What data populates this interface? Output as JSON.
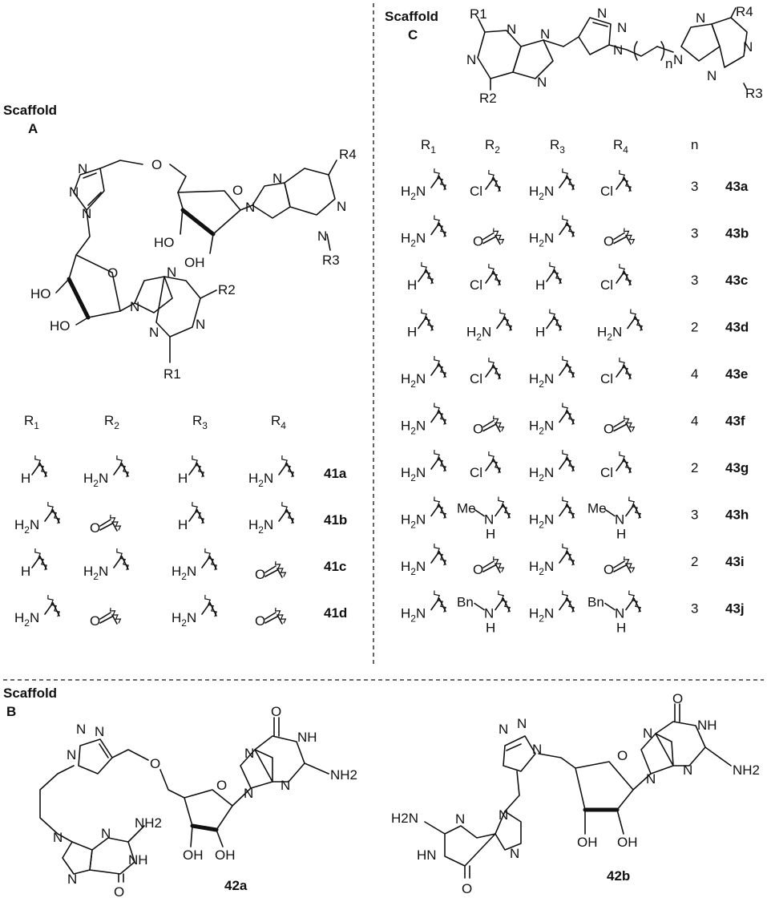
{
  "scaffold_a": {
    "title_line1": "Scaffold",
    "title_line2": "A",
    "struct_labels": {
      "n1": "N",
      "n2": "N",
      "n3": "N",
      "o_link": "O",
      "o_ring_top": "O",
      "n_pur1": "N",
      "n_pur2": "N",
      "n_pur3": "N",
      "n_pur4": "N",
      "r4": "R4",
      "r3": "R3",
      "ho1": "HO",
      "oh1": "OH",
      "ho2": "HO",
      "o_ring_bot": "O",
      "ho3": "HO",
      "n_pur5": "N",
      "n_pur6": "N",
      "n_pur7": "N",
      "n_pur8": "N",
      "r2": "R2",
      "r1": "R1"
    },
    "headers": [
      "R1",
      "R2",
      "R3",
      "R4"
    ],
    "rows": [
      {
        "r1": "H",
        "r2": "H2N",
        "r3": "H",
        "r4": "H2N",
        "id": "41a"
      },
      {
        "r1": "H2N",
        "r2": "O",
        "r3": "H",
        "r4": "H2N",
        "id": "41b"
      },
      {
        "r1": "H",
        "r2": "H2N",
        "r3": "H2N",
        "r4": "O",
        "id": "41c"
      },
      {
        "r1": "H2N",
        "r2": "O",
        "r3": "H2N",
        "r4": "O",
        "id": "41d"
      }
    ]
  },
  "scaffold_c": {
    "title_line1": "Scaffold",
    "title_line2": "C",
    "struct_labels": {
      "r1": "R1",
      "n1": "N",
      "n2": "N",
      "n3": "N",
      "n4": "N",
      "r2": "R2",
      "tn1": "N",
      "tn2": "N",
      "tn3": "N",
      "n_sub": "n",
      "n5": "N",
      "n6": "N",
      "n7": "N",
      "n8": "N",
      "r4": "R4",
      "r3": "R3"
    },
    "headers": [
      "R1",
      "R2",
      "R3",
      "R4",
      "n"
    ],
    "rows": [
      {
        "r1": "H2N",
        "r2": "Cl",
        "r3": "H2N",
        "r4": "Cl",
        "n": "3",
        "id": "43a"
      },
      {
        "r1": "H2N",
        "r2": "O",
        "r3": "H2N",
        "r4": "O",
        "n": "3",
        "id": "43b"
      },
      {
        "r1": "H",
        "r2": "Cl",
        "r3": "H",
        "r4": "Cl",
        "n": "3",
        "id": "43c"
      },
      {
        "r1": "H",
        "r2": "H2N",
        "r3": "H",
        "r4": "H2N",
        "n": "2",
        "id": "43d"
      },
      {
        "r1": "H2N",
        "r2": "Cl",
        "r3": "H2N",
        "r4": "Cl",
        "n": "4",
        "id": "43e"
      },
      {
        "r1": "H2N",
        "r2": "O",
        "r3": "H2N",
        "r4": "O",
        "n": "4",
        "id": "43f"
      },
      {
        "r1": "H2N",
        "r2": "Cl",
        "r3": "H2N",
        "r4": "Cl",
        "n": "2",
        "id": "43g"
      },
      {
        "r1": "H2N",
        "r2": "MeNH",
        "r3": "H2N",
        "r4": "MeNH",
        "n": "3",
        "id": "43h"
      },
      {
        "r1": "H2N",
        "r2": "O",
        "r3": "H2N",
        "r4": "O",
        "n": "2",
        "id": "43i"
      },
      {
        "r1": "H2N",
        "r2": "BnNH",
        "r3": "H2N",
        "r4": "BnNH",
        "n": "3",
        "id": "43j"
      }
    ]
  },
  "scaffold_b": {
    "title_line1": "Scaffold",
    "title_line2": "B",
    "compound_a": "42a",
    "compound_b": "42b",
    "labels_a": {
      "tn1": "N",
      "tn2": "N",
      "tn3": "N",
      "o_link": "O",
      "o_ring": "O",
      "n1": "N",
      "n2": "N",
      "n3": "N",
      "o_top": "O",
      "nh1": "NH",
      "nh2_1": "NH2",
      "oh1": "OH",
      "oh2": "OH",
      "n4": "N",
      "n5": "N",
      "n6": "N",
      "nh2_2": "NH2",
      "nh3": "NH",
      "o_bot": "O"
    },
    "labels_b": {
      "tn1": "N",
      "tn2": "N",
      "tn3": "N",
      "o_ring": "O",
      "n1": "N",
      "n2": "N",
      "n3": "N",
      "o_top": "O",
      "nh1": "NH",
      "nh2_1": "NH2",
      "oh1": "OH",
      "oh2": "OH",
      "h2n": "H2N",
      "n4": "N",
      "n5": "N",
      "n6": "N",
      "hn": "HN",
      "o_bot": "O"
    }
  }
}
